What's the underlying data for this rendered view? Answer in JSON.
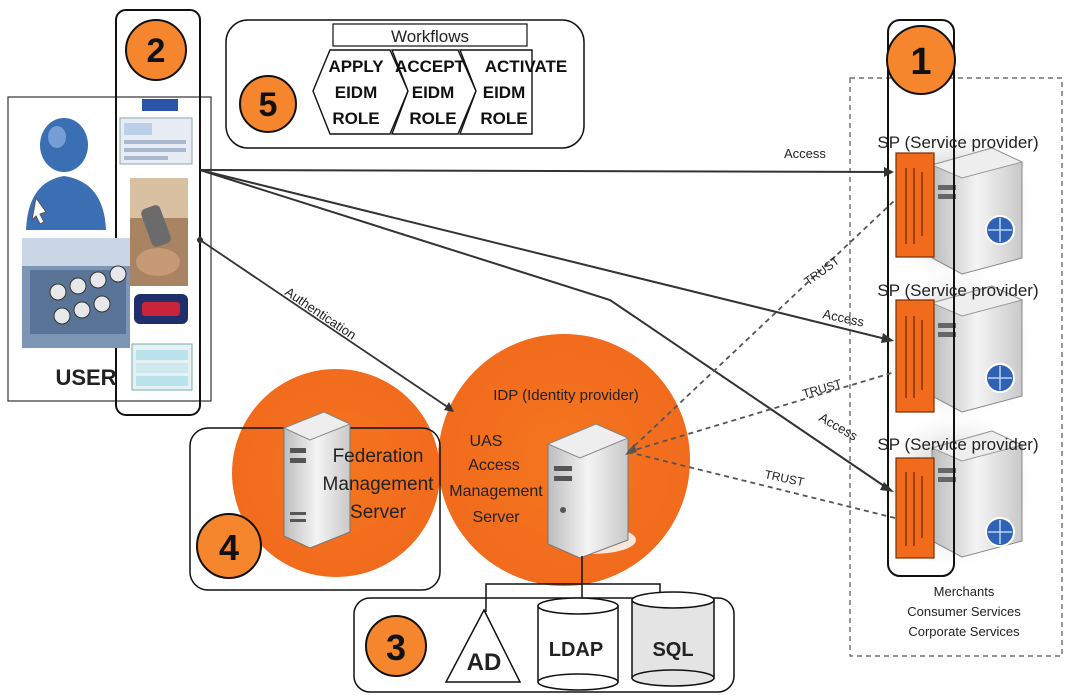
{
  "badges": {
    "one": "1",
    "two": "2",
    "three": "3",
    "four": "4",
    "five": "5"
  },
  "workflows": {
    "title": "Workflows",
    "steps": [
      {
        "line1": "APPLY",
        "line2": "EIDM",
        "line3": "ROLE"
      },
      {
        "line1": "ACCEPT",
        "line2": "EIDM",
        "line3": "ROLE"
      },
      {
        "line1": "ACTIVATE",
        "line2": "EIDM",
        "line3": "ROLE"
      }
    ]
  },
  "user": {
    "label": "USER"
  },
  "service_providers": [
    {
      "title": "SP (Service provider)"
    },
    {
      "title": "SP (Service provider)"
    },
    {
      "title": "SP (Service provider)"
    }
  ],
  "edges": {
    "access": "Access",
    "trust": "TRUST",
    "authentication": "Authentication"
  },
  "idp": {
    "title": "IDP (Identity provider)",
    "line1": "UAS",
    "line2": "Access",
    "line3": "Management",
    "line4": "Server"
  },
  "federation": {
    "line1": "Federation",
    "line2": "Management",
    "line3": "Server"
  },
  "stores": {
    "ad": "AD",
    "ldap": "LDAP",
    "sql": "SQL"
  },
  "merchants": {
    "line1": "Merchants",
    "line2": "Consumer Services",
    "line3": "Corporate Services"
  },
  "colors": {
    "orange": "#f26b1d",
    "badge_fill": "#f5862e",
    "module_fill": "#f26b1d",
    "server_gray": "#d9d9d9"
  }
}
